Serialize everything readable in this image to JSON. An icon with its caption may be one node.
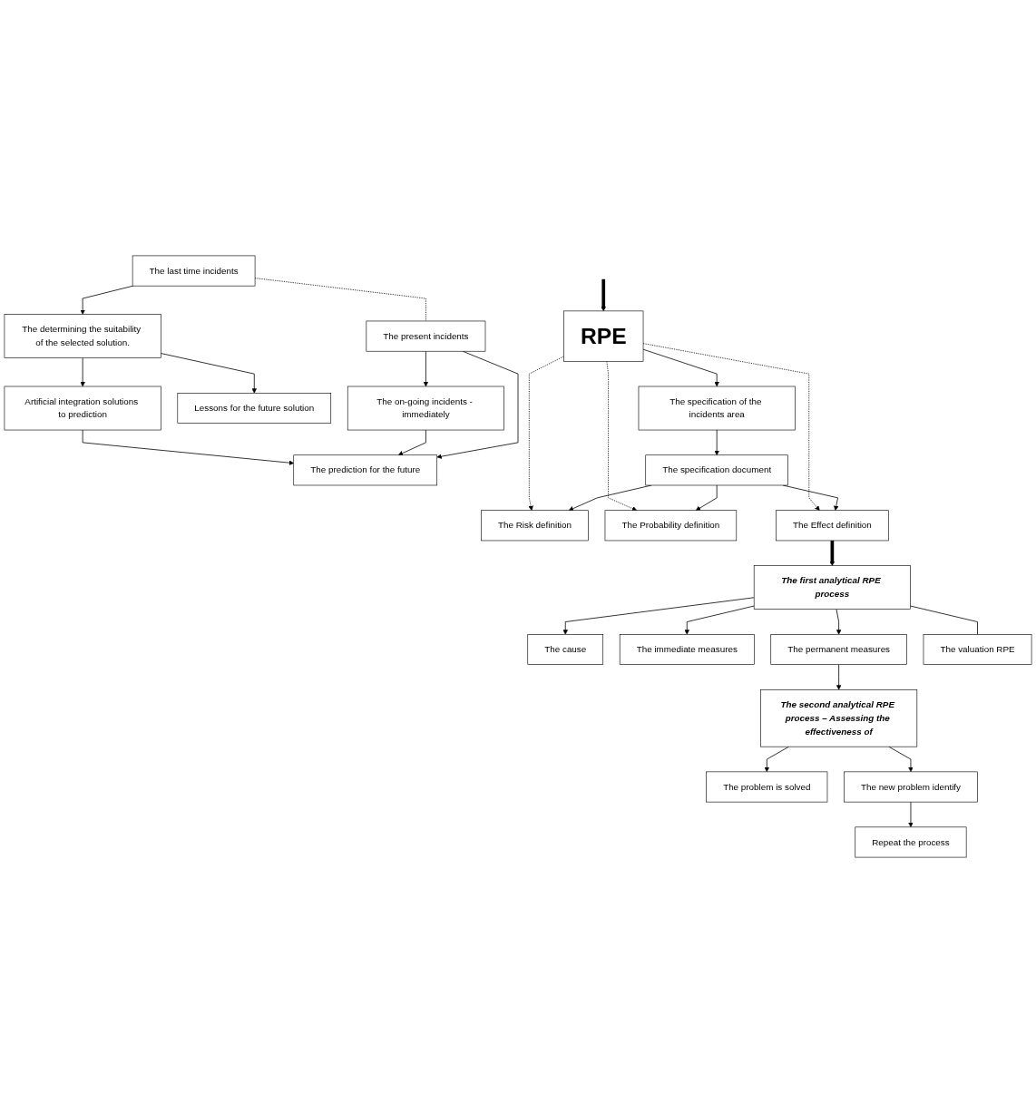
{
  "diagram": {
    "nodes": [
      {
        "text": [
          "The last time incidents"
        ]
      },
      {
        "text": [
          "The present incidents"
        ]
      },
      {
        "text": [
          "The determining the suitability of the selected solution."
        ]
      },
      {
        "text": [
          "Artificial integration solutions to prediction"
        ]
      },
      {
        "text": [
          "Lessons for the future solution"
        ]
      },
      {
        "text": [
          "The on-going incidents - immediately"
        ]
      },
      {
        "text": [
          "The prediction for the future"
        ]
      },
      {
        "text": [
          "RPE"
        ]
      },
      {
        "text": [
          "The specification of the incidents area"
        ]
      },
      {
        "text": [
          "The specification document"
        ]
      },
      {
        "text": [
          "The Risk definition"
        ]
      },
      {
        "text": [
          "The Probability definition"
        ]
      },
      {
        "text": [
          "The Effect definition"
        ]
      },
      {
        "text": [
          "The cause"
        ]
      },
      {
        "text": [
          "The immediate measures"
        ]
      },
      {
        "text": [
          "The permanent measures"
        ]
      },
      {
        "text": [
          "The first analytical RPE process"
        ]
      },
      {
        "text": [
          "The valuation RPE"
        ]
      },
      {
        "text": [
          "The second analytical RPE process – Assessing the effectiveness of"
        ]
      },
      {
        "text": [
          "The problem is solved"
        ]
      },
      {
        "text": [
          "The new problem identify"
        ]
      },
      {
        "text": [
          "Repeat the process"
        ]
      }
    ],
    "edges": [
      {
        "from": 0,
        "to": 1,
        "arrow": "none",
        "style": "dashed"
      },
      {
        "from": 0,
        "to": 2,
        "arrow": "to"
      },
      {
        "from": 2,
        "to": 3,
        "arrow": "to"
      },
      {
        "from": 2,
        "to": 4,
        "arrow": "to"
      },
      {
        "from": 1,
        "to": 5,
        "arrow": "to"
      },
      {
        "from": 1,
        "to": 6,
        "arrow": "to"
      },
      {
        "from": 5,
        "to": 6,
        "arrow": "to"
      },
      {
        "from": 3,
        "to": 6,
        "arrow": "to"
      },
      {
        "from": null,
        "to": 7,
        "arrow": "to",
        "style": "thick"
      },
      {
        "from": 7,
        "to": 8,
        "arrow": "to"
      },
      {
        "from": 8,
        "to": 9,
        "arrow": "to"
      },
      {
        "from": 9,
        "to": 10,
        "arrow": "to"
      },
      {
        "from": 9,
        "to": 11,
        "arrow": "to"
      },
      {
        "from": 9,
        "to": 12,
        "arrow": "to"
      },
      {
        "from": 7,
        "to": 10,
        "arrow": "to",
        "style": "dashed"
      },
      {
        "from": 7,
        "to": 11,
        "arrow": "to",
        "style": "dashed"
      },
      {
        "from": 7,
        "to": 12,
        "arrow": "to",
        "style": "dashed"
      },
      {
        "from": 12,
        "to": 16,
        "arrow": "to",
        "style": "thick"
      },
      {
        "from": 16,
        "to": 13,
        "arrow": "to"
      },
      {
        "from": 16,
        "to": 14,
        "arrow": "to"
      },
      {
        "from": 16,
        "to": 15,
        "arrow": "to"
      },
      {
        "from": 16,
        "to": 17,
        "arrow": "none"
      },
      {
        "from": 15,
        "to": 18,
        "arrow": "to"
      },
      {
        "from": 18,
        "to": 19,
        "arrow": "to"
      },
      {
        "from": 18,
        "to": 20,
        "arrow": "to"
      },
      {
        "from": 20,
        "to": 21,
        "arrow": "to"
      }
    ]
  }
}
